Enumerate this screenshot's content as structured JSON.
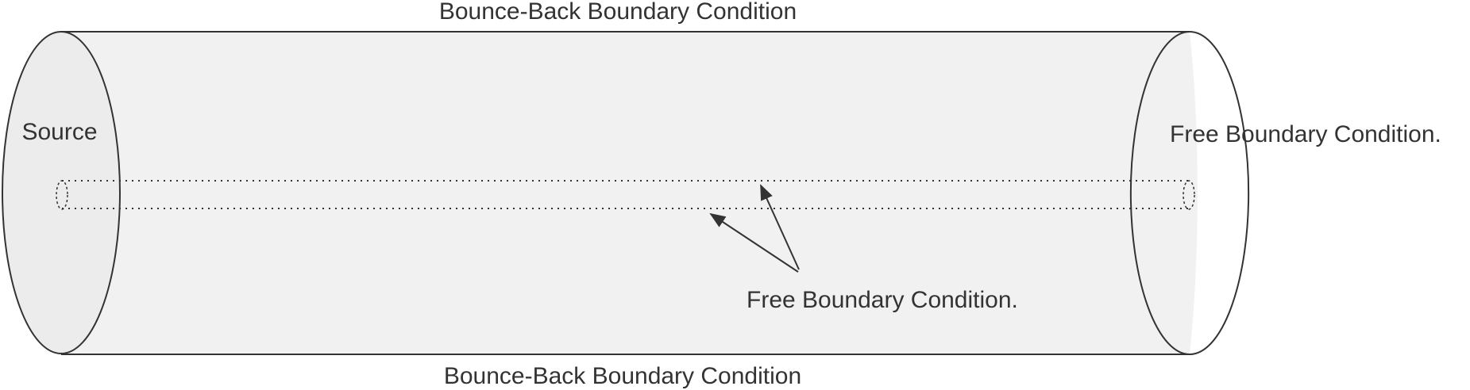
{
  "diagram": {
    "top_label": "Bounce-Back Boundary Condition",
    "bottom_label": "Bounce-Back Boundary Condition",
    "source_label": "Source",
    "right_end_label": "Free Boundary Condition.",
    "inner_label": "Free Boundary Condition."
  },
  "colors": {
    "cylinder_fill": "#f1f1f1",
    "stroke": "#333333",
    "text": "#333333"
  }
}
